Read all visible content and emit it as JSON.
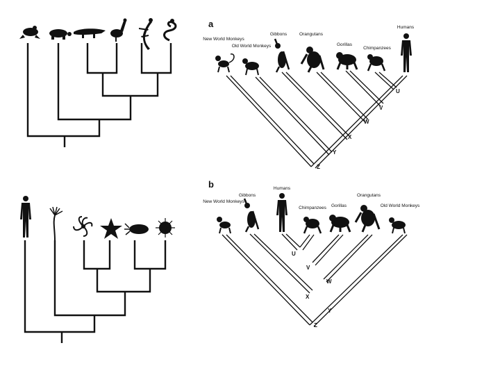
{
  "panel_a": {
    "letter": "a",
    "taxa": [
      "New World Monkeys",
      "Old World Monkeys",
      "Gibbons",
      "Orangutans",
      "Gorillas",
      "Chimpanzees",
      "Humans"
    ],
    "nodes": [
      "U",
      "V",
      "W",
      "X",
      "Y",
      "Z"
    ]
  },
  "panel_b": {
    "letter": "b",
    "taxa": [
      "New World Monkeys",
      "Gibbons",
      "Humans",
      "Chimpanzees",
      "Gorillas",
      "Orangutans",
      "Old World Monkeys"
    ],
    "nodes": [
      "U",
      "V",
      "W",
      "X",
      "Y",
      "Z"
    ]
  },
  "left_trees": {
    "top_icons": [
      "frog-icon",
      "turtle-icon",
      "crocodile-icon",
      "bird-icon",
      "lizard-icon",
      "snake-icon"
    ],
    "bottom_icons": [
      "human-icon",
      "sea-lily-icon",
      "brittle-star-icon",
      "sea-star-icon",
      "sea-cucumber-icon",
      "sea-urchin-icon"
    ]
  }
}
